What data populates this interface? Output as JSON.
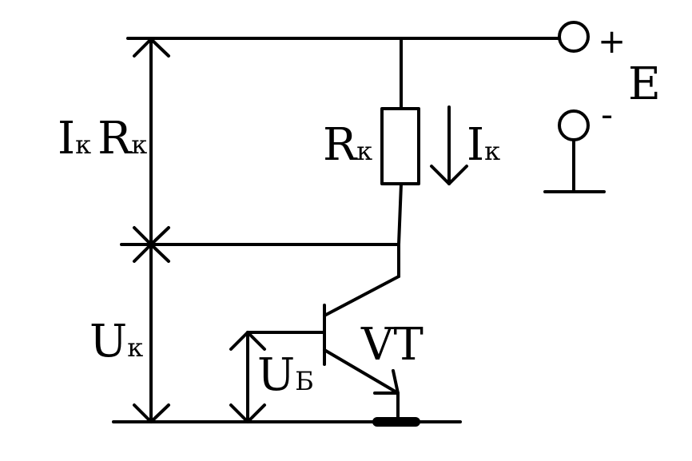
{
  "labels": {
    "ik_rk": {
      "i_main": "I",
      "i_sub": "к",
      "r_main": "R",
      "r_sub": "к"
    },
    "rk": {
      "main": "R",
      "sub": "к"
    },
    "ik": {
      "main": "I",
      "sub": "к"
    },
    "uk": {
      "main": "U",
      "sub": "к"
    },
    "ub": {
      "main": "U",
      "sub": "Б"
    },
    "vt": "VT",
    "plus": "+",
    "minus": "-",
    "e": "E"
  }
}
